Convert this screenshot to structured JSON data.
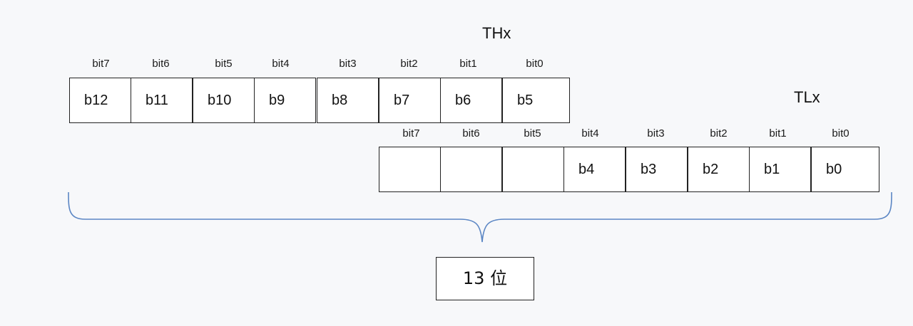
{
  "thx": {
    "title": "THx",
    "bit_labels": [
      "bit7",
      "bit6",
      "bit5",
      "bit4",
      "bit3",
      "bit2",
      "bit1",
      "bit0"
    ],
    "cells": [
      "b12",
      "b11",
      "b10",
      "b9",
      "b8",
      "b7",
      "b6",
      "b5"
    ]
  },
  "tlx": {
    "title": "TLx",
    "bit_labels": [
      "bit7",
      "bit6",
      "bit5",
      "bit4",
      "bit3",
      "bit2",
      "bit1",
      "bit0"
    ],
    "cells": [
      "",
      "",
      "",
      "b4",
      "b3",
      "b2",
      "b1",
      "b0"
    ]
  },
  "result": {
    "label": "13 位"
  },
  "colors": {
    "brace": "#5b86c4",
    "border": "#222222",
    "background": "#f7f8fa"
  }
}
